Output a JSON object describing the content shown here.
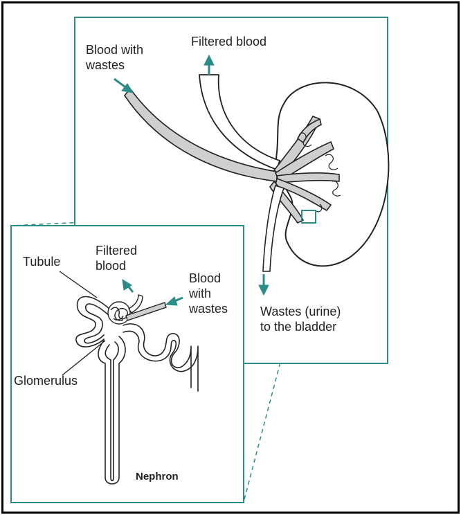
{
  "colors": {
    "frame_border": "#000000",
    "teal_accent": "#2a8c86",
    "vessel_fill": "#cfcfcf",
    "line": "#222222"
  },
  "kidney_panel": {
    "blood_in_label_line1": "Blood with",
    "blood_in_label_line2": "wastes",
    "filtered_label": "Filtered blood",
    "urine_label_line1": "Wastes (urine)",
    "urine_label_line2": "to the bladder"
  },
  "nephron_panel": {
    "tubule_label": "Tubule",
    "filtered_label_line1": "Filtered",
    "filtered_label_line2": "blood",
    "blood_in_label_line1": "Blood",
    "blood_in_label_line2": "with",
    "blood_in_label_line3": "wastes",
    "glomerulus_label": "Glomerulus",
    "title": "Nephron"
  },
  "icons": [
    "arrow-in-icon",
    "arrow-up-icon",
    "arrow-down-icon",
    "zoom-box-icon"
  ]
}
